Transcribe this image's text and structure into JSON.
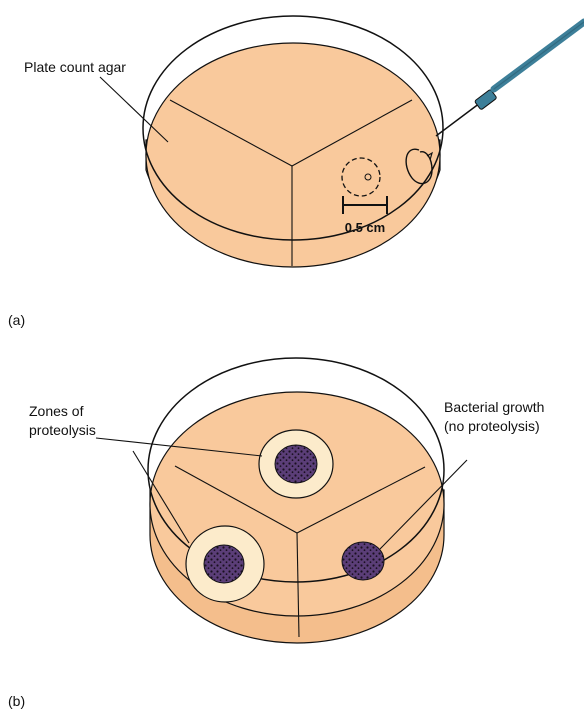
{
  "panel_a": {
    "panel_label": "(a)",
    "agar_label": "Plate count agar",
    "measurement_label": "0.5 cm"
  },
  "panel_b": {
    "panel_label": "(b)",
    "zones_label_line1": "Zones of",
    "zones_label_line2": "proteolysis",
    "growth_label_line1": "Bacterial growth",
    "growth_label_line2": "(no proteolysis)"
  },
  "colors": {
    "agar": "#F9C99C",
    "agar_side": "#F4BE8C",
    "clear_zone": "#FCEBCB",
    "colony": "#5B3E78",
    "needle": "#3D7F99",
    "outline": "#111111"
  }
}
